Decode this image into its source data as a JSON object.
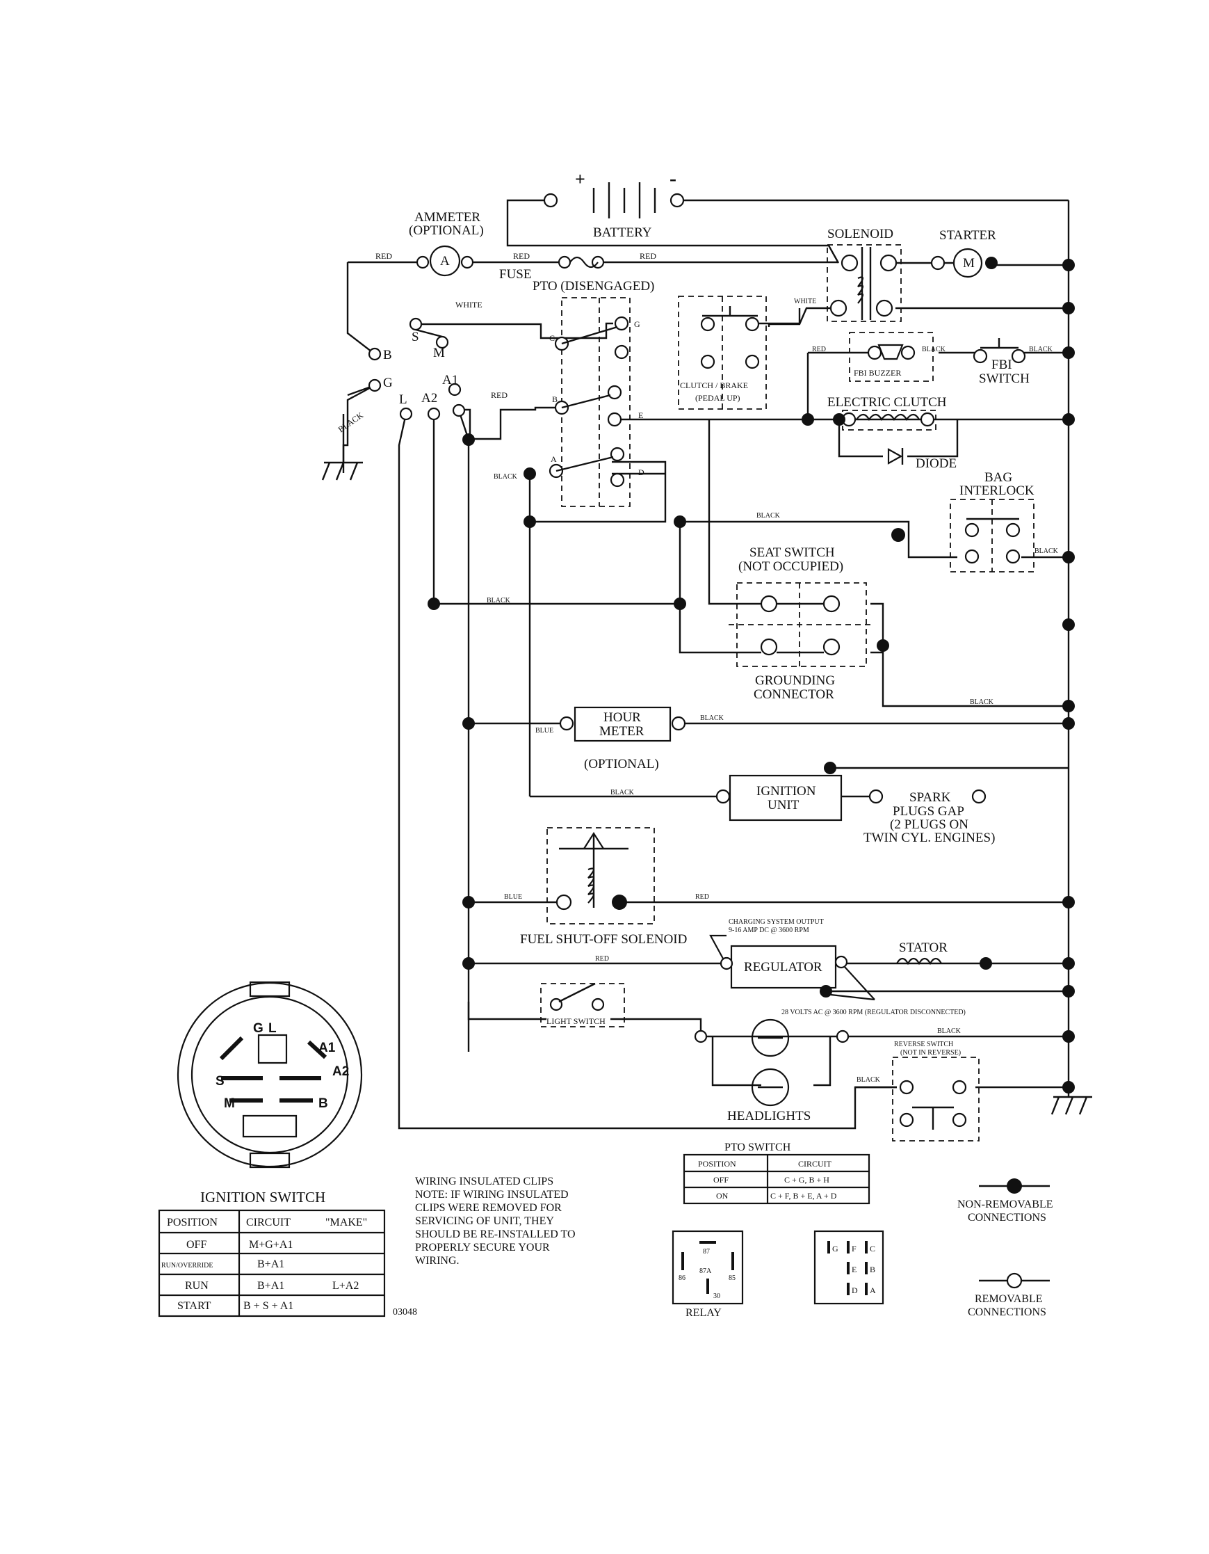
{
  "components": {
    "battery": "BATTERY",
    "battery_plus": "+",
    "battery_minus": "-",
    "ammeter": "AMMETER",
    "ammeter_optional": "(OPTIONAL)",
    "ammeter_symbol": "A",
    "fuse": "FUSE",
    "solenoid": "SOLENOID",
    "starter": "STARTER",
    "starter_symbol": "M",
    "pto_disengaged": "PTO (DISENGAGED)",
    "clutch_brake": "CLUTCH / BRAKE",
    "pedal_up": "(PEDAL UP)",
    "fbi_buzzer": "FBI BUZZER",
    "fbi": "FBI",
    "switch": "SWITCH",
    "electric_clutch": "ELECTRIC CLUTCH",
    "diode": "DIODE",
    "bag": "BAG",
    "interlock": "INTERLOCK",
    "seat_switch": "SEAT SWITCH",
    "not_occupied": "(NOT OCCUPIED)",
    "grounding": "GROUNDING",
    "connector": "CONNECTOR",
    "hour": "HOUR",
    "meter": "METER",
    "hour_optional": "(OPTIONAL)",
    "ignition": "IGNITION",
    "unit": "UNIT",
    "spark": "SPARK",
    "plugs_gap": "PLUGS GAP",
    "two_plugs": "(2 PLUGS ON",
    "twin_cyl": "TWIN CYL. ENGINES)",
    "fuel_solenoid": "FUEL SHUT-OFF SOLENOID",
    "charging_1": "CHARGING SYSTEM OUTPUT",
    "charging_2": "9-16 AMP DC @ 3600 RPM",
    "regulator": "REGULATOR",
    "stator": "STATOR",
    "volts_note": "28 VOLTS AC @ 3600 RPM (REGULATOR DISCONNECTED)",
    "light_switch": "LIGHT SWITCH",
    "headlights": "HEADLIGHTS",
    "reverse_switch": "REVERSE SWITCH",
    "not_in_reverse": "(NOT IN REVERSE)"
  },
  "terminals": {
    "ign_b": "B",
    "ign_s": "S",
    "ign_m": "M",
    "ign_g": "G",
    "ign_a1": "A1",
    "ign_l": "L",
    "ign_a2": "A2",
    "pto_c": "C",
    "pto_g": "G",
    "pto_b": "B",
    "pto_e": "E",
    "pto_a": "A",
    "pto_d": "D"
  },
  "wire_colors": {
    "red": "RED",
    "white": "WHITE",
    "black": "BLACK",
    "blue": "BLUE"
  },
  "ignition_switch": {
    "title": "IGNITION SWITCH",
    "headers": [
      "POSITION",
      "CIRCUIT",
      "\"MAKE\""
    ],
    "rows": [
      {
        "position": "OFF",
        "circuit": "M+G+A1",
        "extra": ""
      },
      {
        "position": "RUN/OVERRIDE",
        "circuit": "B+A1",
        "extra": ""
      },
      {
        "position": "RUN",
        "circuit": "B+A1",
        "extra": "L+A2"
      },
      {
        "position": "START",
        "circuit": "B + S + A1",
        "extra": ""
      }
    ],
    "face": {
      "g": "G",
      "l": "L",
      "a1": "A1",
      "a2": "A2",
      "s": "S",
      "m": "M",
      "b": "B"
    }
  },
  "pto_switch_table": {
    "title": "PTO SWITCH",
    "headers": [
      "POSITION",
      "CIRCUIT"
    ],
    "rows": [
      {
        "position": "OFF",
        "circuit": "C + G, B + H"
      },
      {
        "position": "ON",
        "circuit": "C + F, B + E, A + D"
      }
    ]
  },
  "notes": {
    "clips_title": "WIRING INSULATED CLIPS",
    "clips_lines": [
      "NOTE: IF WIRING INSULATED",
      "CLIPS WERE REMOVED FOR",
      "SERVICING OF UNIT, THEY",
      "SHOULD BE RE-INSTALLED TO",
      "PROPERLY SECURE YOUR",
      "WIRING."
    ],
    "diagram_number": "03048"
  },
  "relay": {
    "label": "RELAY",
    "pins": {
      "p87": "87",
      "p87a": "87A",
      "p86": "86",
      "p85": "85",
      "p30": "30"
    }
  },
  "pto_connector": {
    "letters": {
      "g": "G",
      "f": "F",
      "c": "C",
      "e": "E",
      "b": "B",
      "d": "D",
      "a": "A"
    }
  },
  "legend": {
    "non_removable_1": "NON-REMOVABLE",
    "non_removable_2": "CONNECTIONS",
    "removable_1": "REMOVABLE",
    "removable_2": "CONNECTIONS"
  }
}
